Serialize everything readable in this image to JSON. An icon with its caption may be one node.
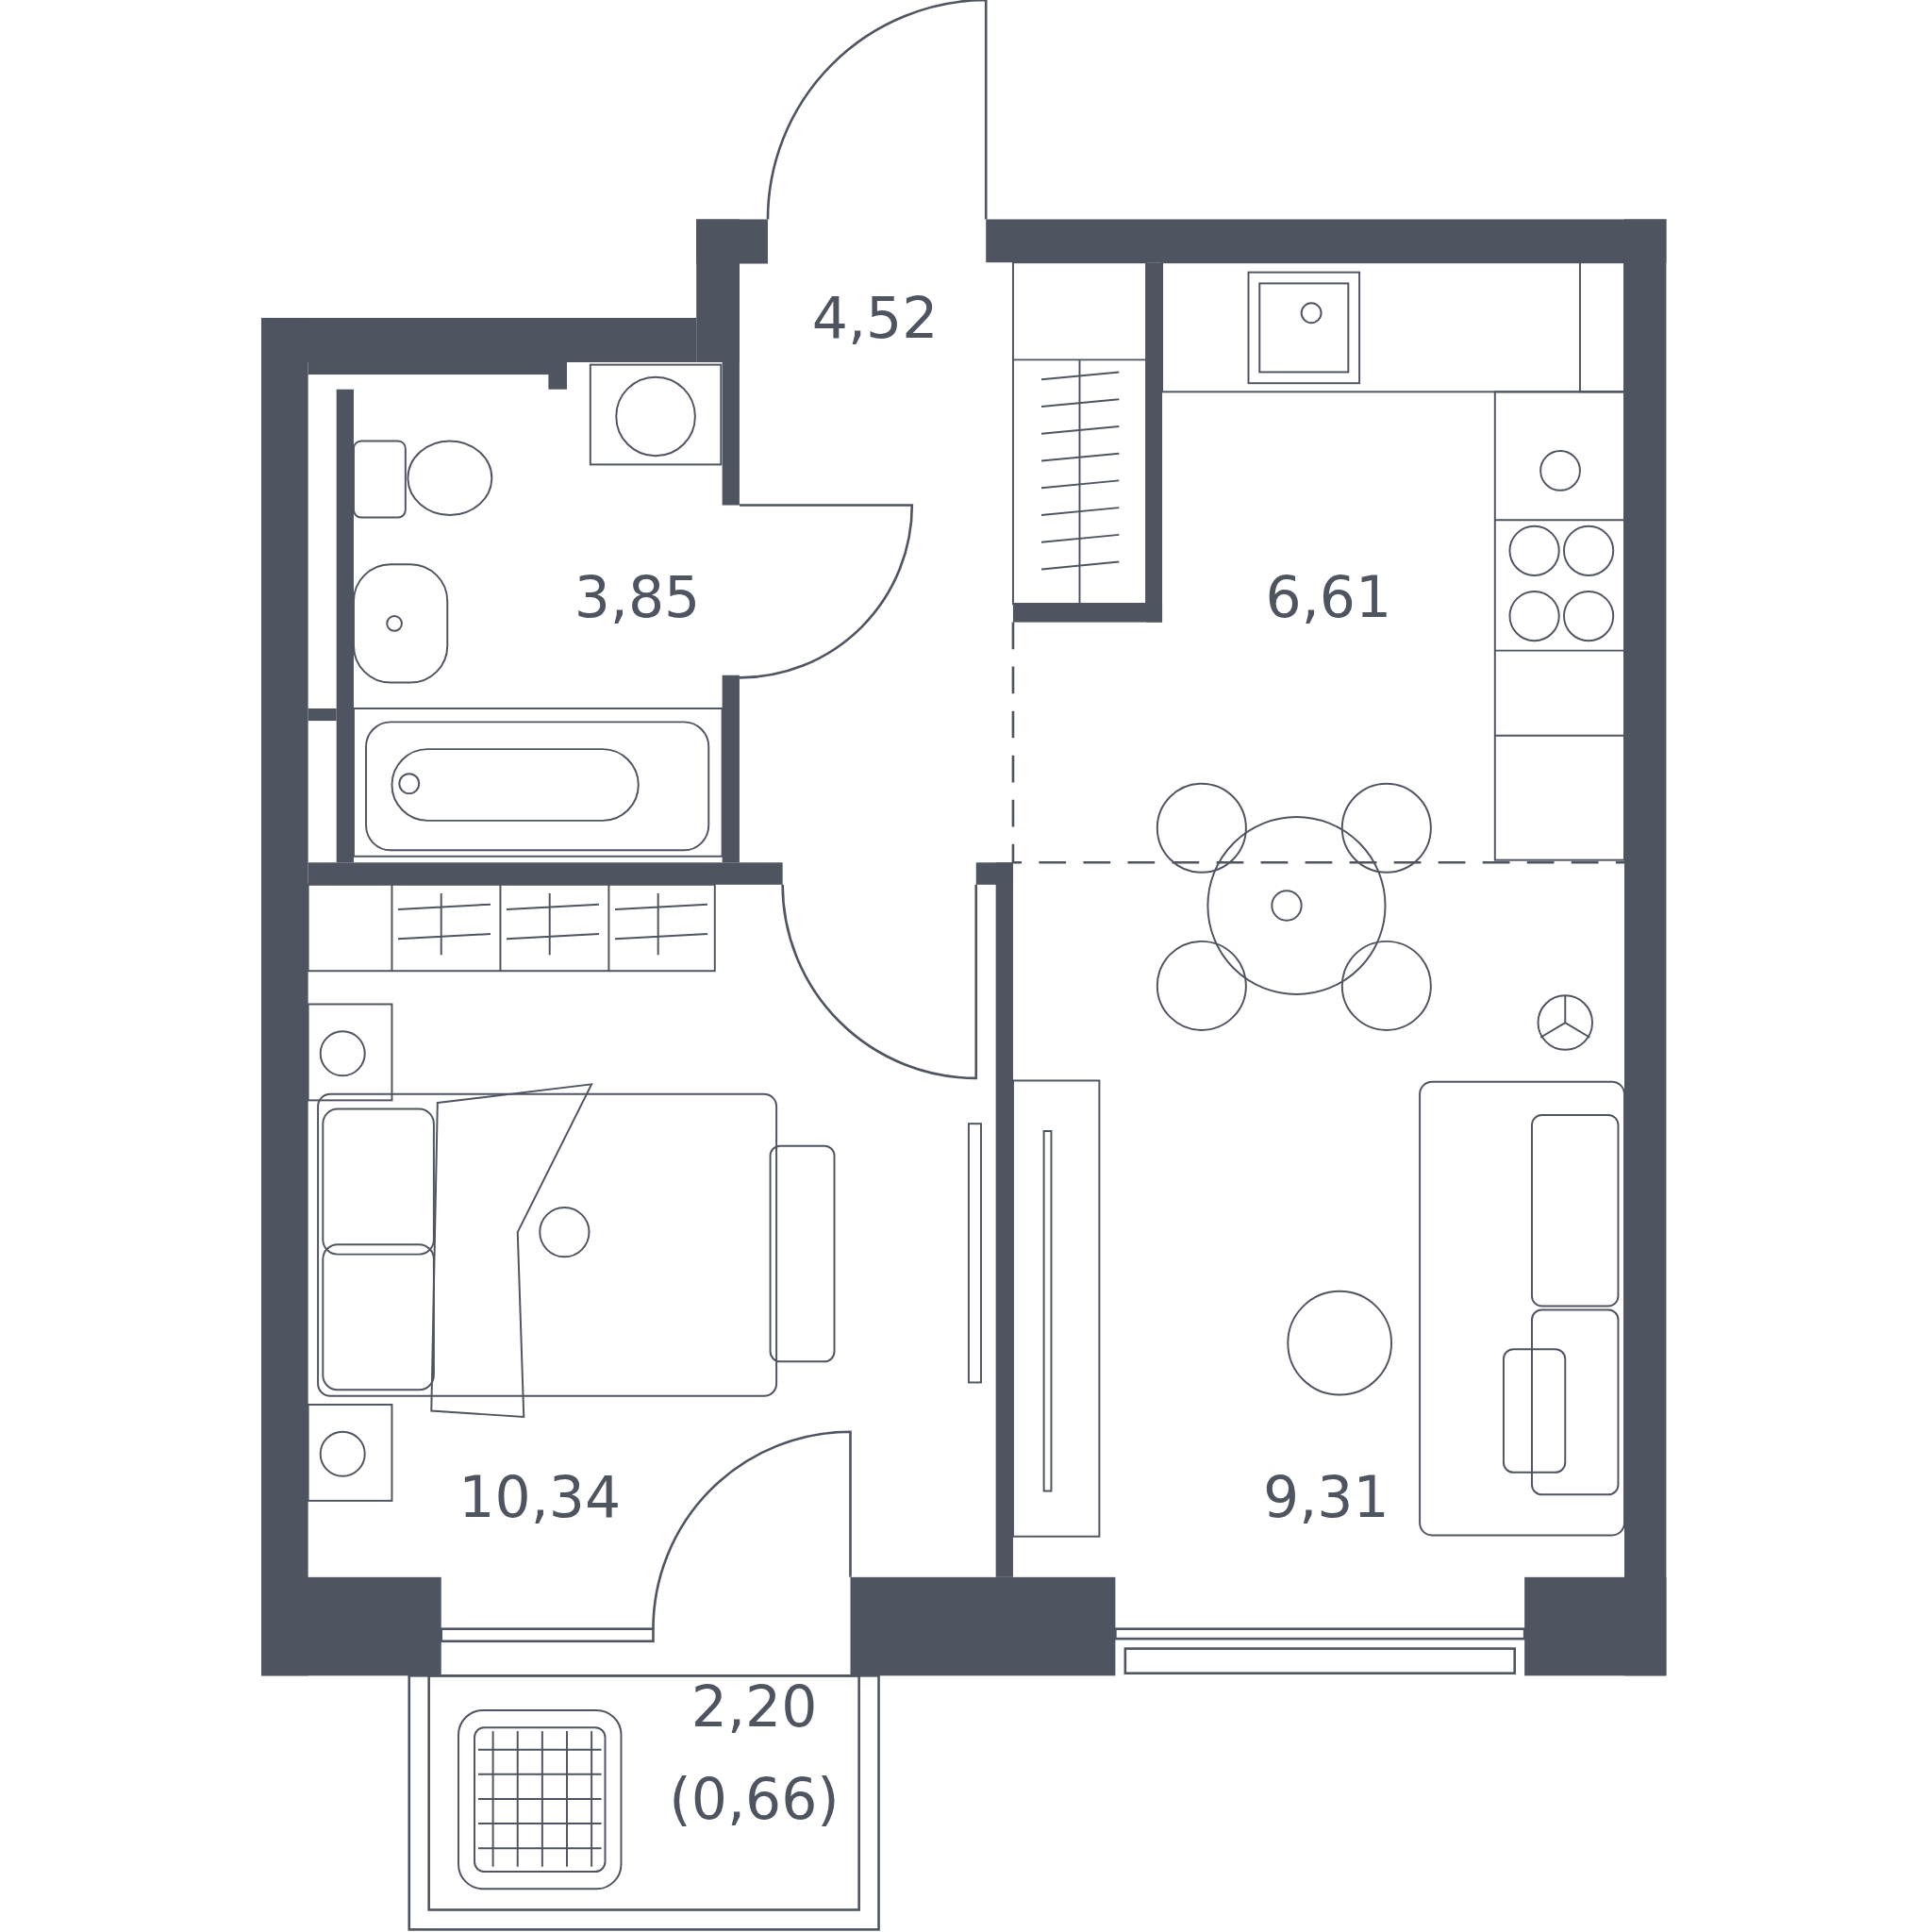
{
  "diagram": {
    "labels": [
      "4,52",
      "3,85",
      "6,61",
      "10,34",
      "9,31",
      "2,20",
      "(0,66)"
    ]
  }
}
